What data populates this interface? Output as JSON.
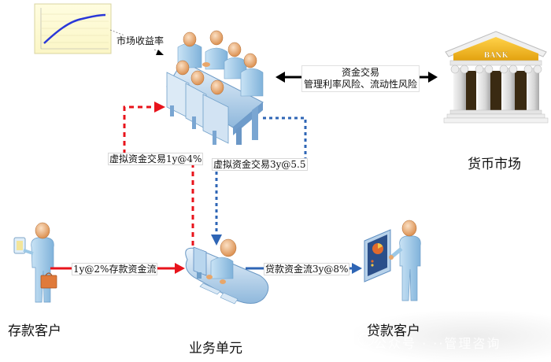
{
  "nodes": {
    "treasury": {
      "label": ""
    },
    "money_market": {
      "label": "货币市场",
      "sign_text": "BANK"
    },
    "business_unit": {
      "label": "业务单元"
    },
    "deposit_customer": {
      "label": "存款客户"
    },
    "loan_customer": {
      "label": "贷款客户"
    }
  },
  "annotations": {
    "market_yield": "市场收益率",
    "funding_trade_title": "资金交易",
    "funding_trade_desc": "管理利率风险、流动性风险",
    "virtual_trade_red": "虚拟资金交易1y@4%",
    "virtual_trade_blue": "虚拟资金交易3y@5.5",
    "deposit_flow": "1y@2%存款资金流",
    "loan_flow": "贷款资金流3y@8%"
  },
  "edges": [
    {
      "from": "business_unit",
      "to": "treasury",
      "label_key": "virtual_trade_red",
      "style": "dashed",
      "color": "#e8131b"
    },
    {
      "from": "treasury",
      "to": "business_unit",
      "label_key": "virtual_trade_blue",
      "style": "dashed",
      "color": "#2e65b5"
    },
    {
      "from": "deposit_customer",
      "to": "business_unit",
      "label_key": "deposit_flow",
      "style": "solid",
      "color": "#e8131b"
    },
    {
      "from": "business_unit",
      "to": "loan_customer",
      "label_key": "loan_flow",
      "style": "solid",
      "color": "#2e65b5"
    },
    {
      "from": "treasury",
      "to": "money_market",
      "label_key": "funding_trade_title",
      "style": "solid",
      "color": "#000000",
      "bidirectional": true
    }
  ],
  "colors": {
    "red_flow": "#e8131b",
    "blue_flow": "#2e65b5",
    "person_body": "#9cc8e6",
    "person_head": "#e8a66a",
    "bank_roof": "#f2b918"
  },
  "watermark": {
    "text": "公众号 · ··管理咨询"
  }
}
